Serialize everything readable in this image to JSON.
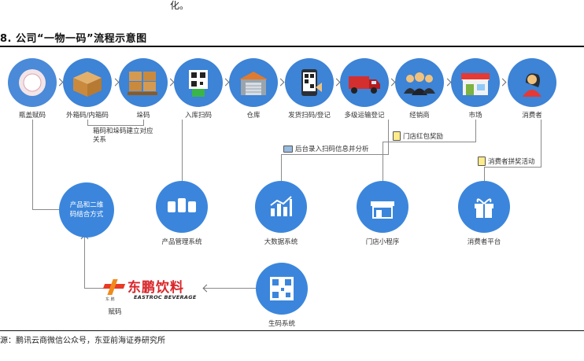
{
  "header_text": "化。",
  "figure_title": "8. 公司“一物一码”流程示意图",
  "source": "源：鹏讯云商微信公众号，东亚前海证券研究所",
  "flow_nodes": [
    {
      "label": "瓶盖赋码",
      "icon": "bottle-cap-icon"
    },
    {
      "label": "外箱码/内箱码",
      "icon": "box-icon"
    },
    {
      "label": "垛码",
      "icon": "pallet-icon"
    },
    {
      "label": "入库扫码",
      "icon": "scan-in-icon"
    },
    {
      "label": "仓库",
      "icon": "warehouse-icon"
    },
    {
      "label": "发货扫码/登记",
      "icon": "phone-qr-icon"
    },
    {
      "label": "多级运输登记",
      "icon": "truck-icon"
    },
    {
      "label": "经销商",
      "icon": "dealers-icon"
    },
    {
      "label": "市场",
      "icon": "store-front-icon"
    },
    {
      "label": "消费者",
      "icon": "consumer-icon"
    }
  ],
  "annotations": {
    "box_relation": "箱码和垛码建立对应关系",
    "backend": "后台录入扫码信息并分析",
    "store_reward": "门店红包奖励",
    "consumer_reward": "消费者拼奖活动"
  },
  "systems": [
    {
      "label": "产品和二维码结合方式"
    },
    {
      "label": "产品管理系统",
      "icon": "product-management-icon"
    },
    {
      "label": "大数据系统",
      "icon": "bar-chart-icon"
    },
    {
      "label": "门店小程序",
      "icon": "shop-icon"
    },
    {
      "label": "消费者平台",
      "icon": "gift-icon"
    }
  ],
  "brand": {
    "cn": "东鹏饮料",
    "en": "EASTROC BEVERAGE",
    "small": "东 鹏"
  },
  "bottom": {
    "fuma": "赋码",
    "shengma": "生码系统"
  }
}
